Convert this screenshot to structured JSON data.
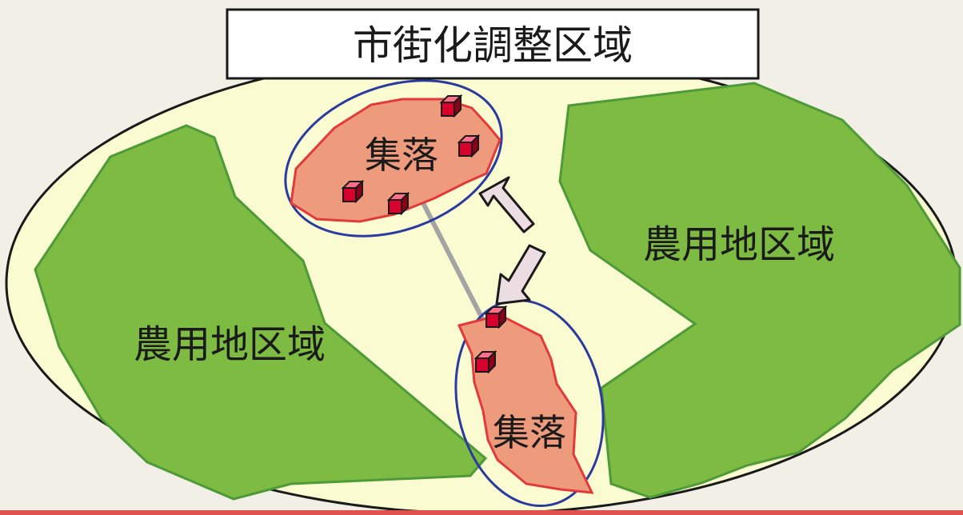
{
  "title": "市街化調整区域",
  "zones": {
    "farm_left": "農用地区域",
    "farm_right": "農用地区域"
  },
  "villages": {
    "upper": "集落",
    "lower": "集落"
  },
  "colors": {
    "background": "#f2f0e6",
    "region_fill": "#fafbd0",
    "farmland_fill": "#7dbb43",
    "farmland_stroke": "#4e9a38",
    "village_fill": "#ee9a7c",
    "village_stroke": "#e23a3a",
    "village_ring": "#2a3a9e",
    "house": "#d8002c",
    "arrow_fill": "#ecdde2",
    "link_line": "#a4a4a4"
  },
  "icons": [
    "house-icon",
    "arrow-up-left-icon",
    "arrow-down-left-icon"
  ]
}
